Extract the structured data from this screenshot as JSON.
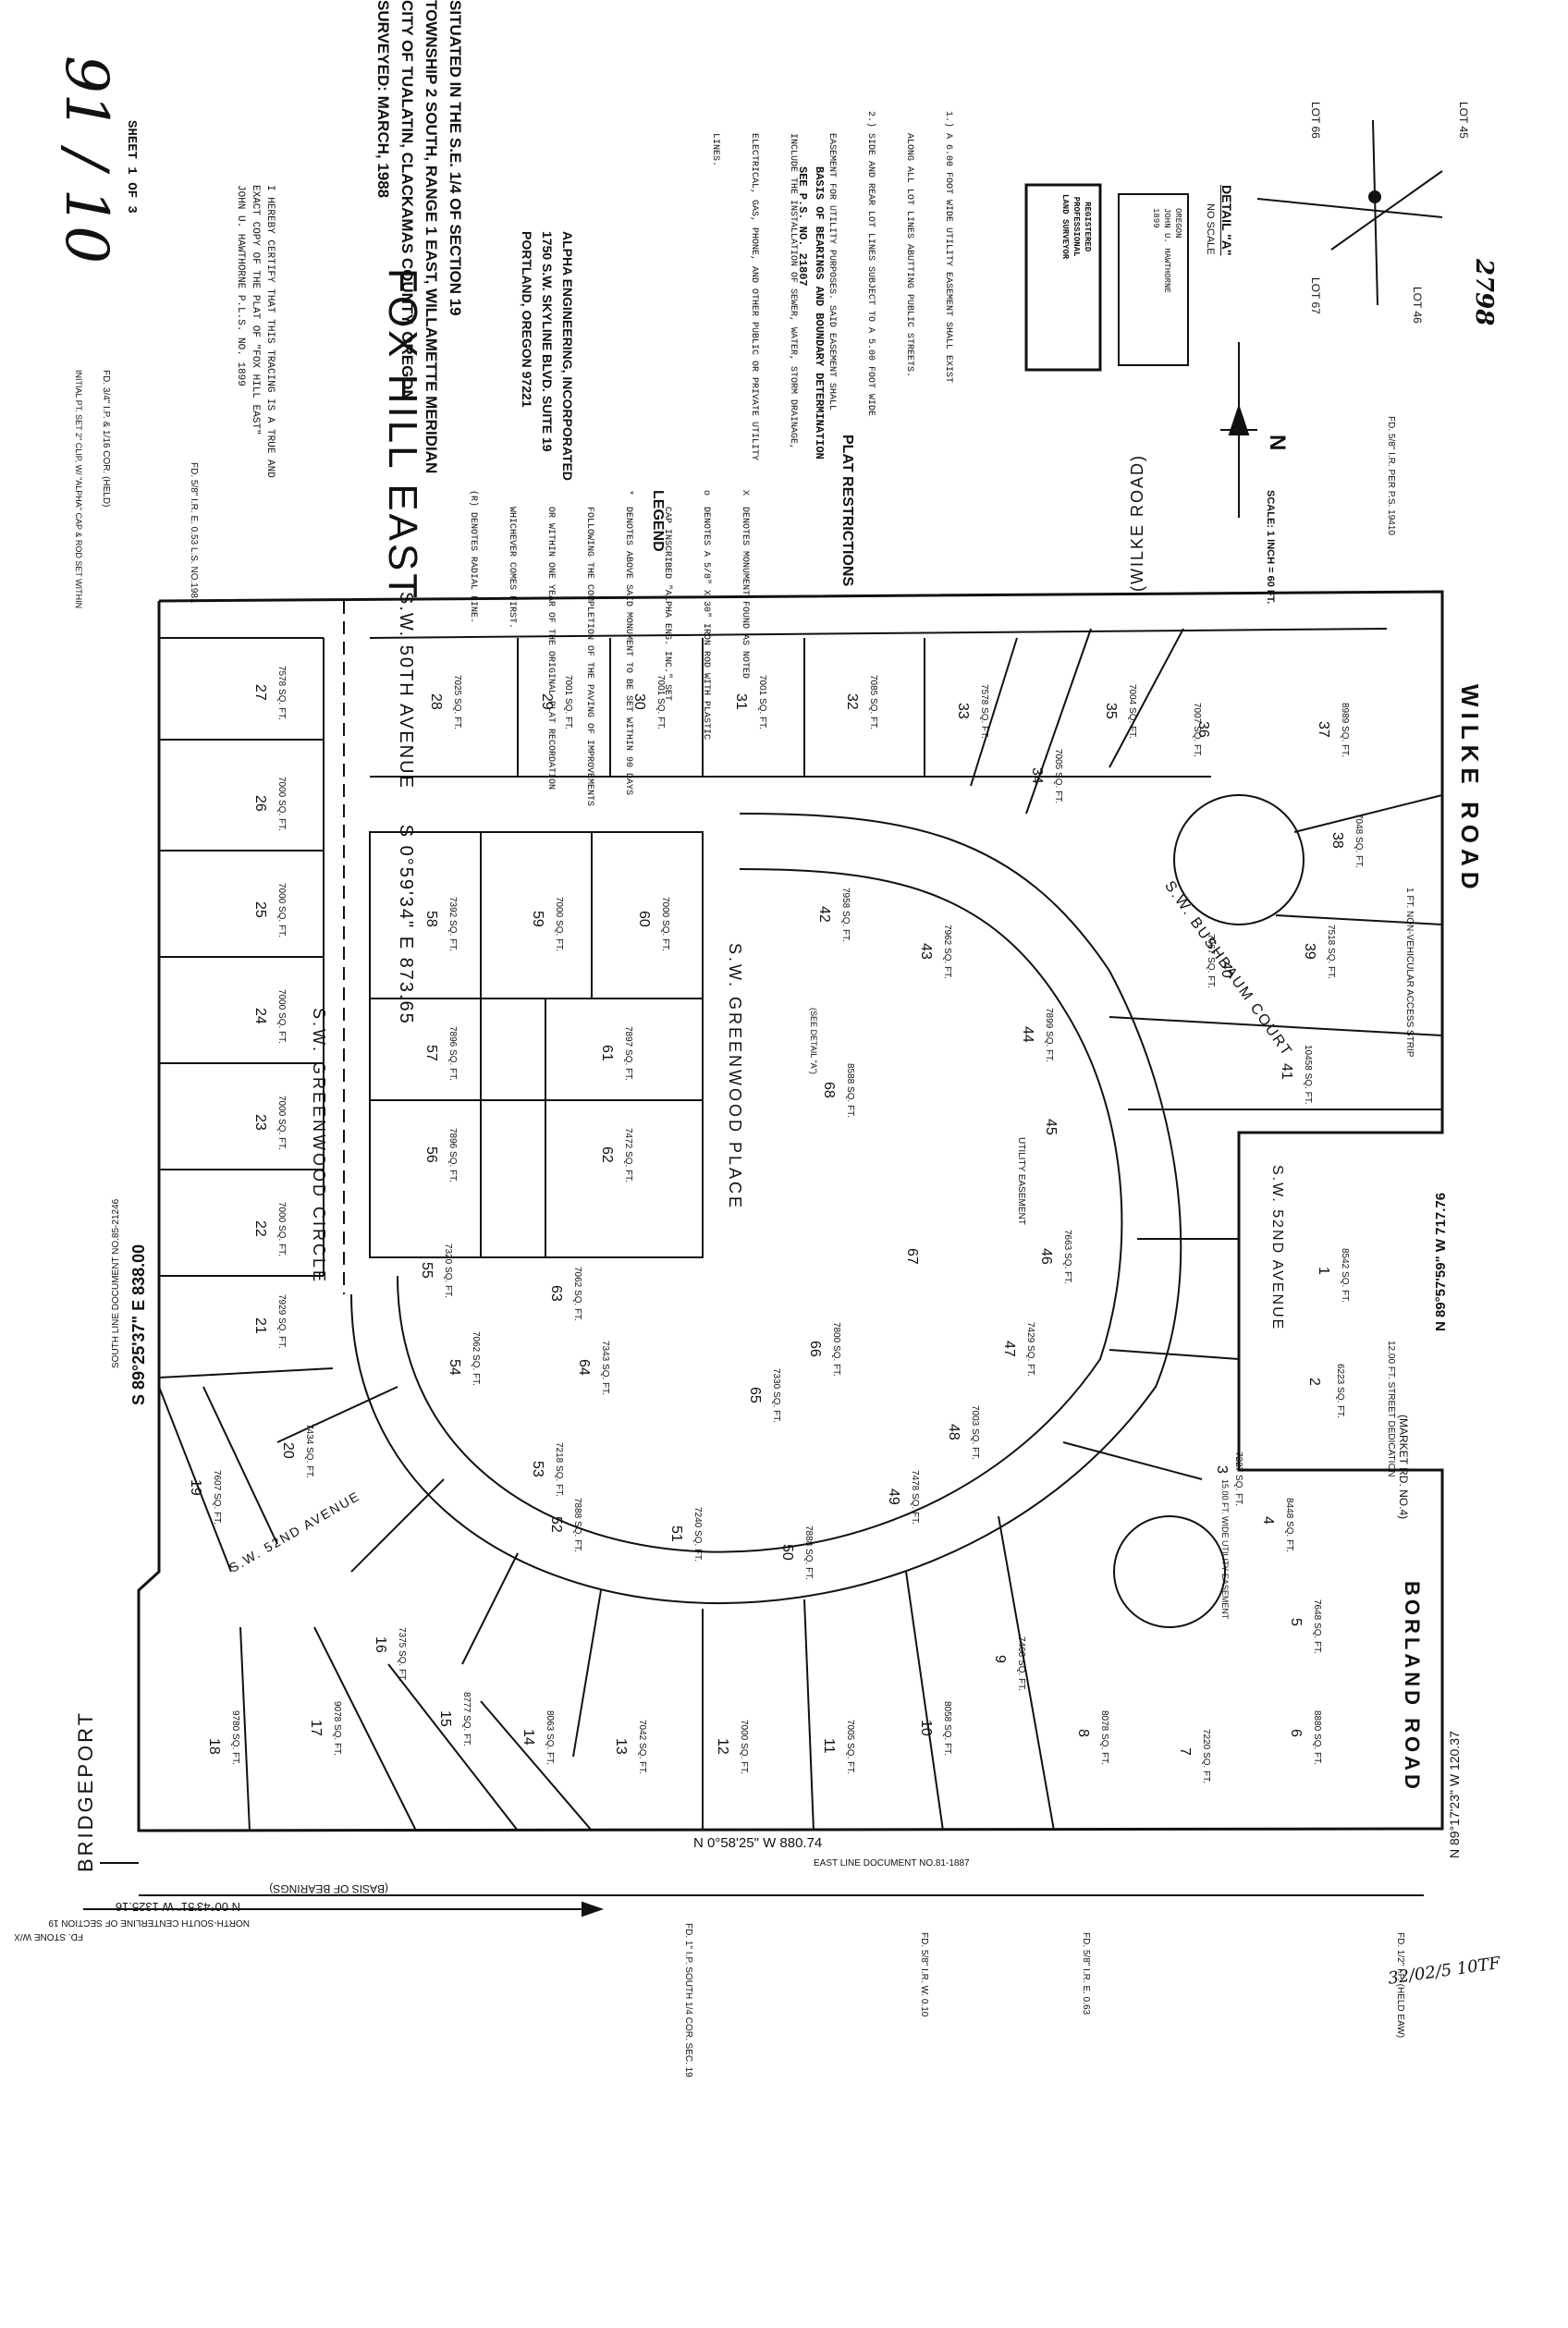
{
  "handwritten_page": "91 / 10",
  "sheet": "SHEET 1 OF 3",
  "title": "FOX HILL EAST",
  "situated_lines": [
    "SITUATED IN THE S.E. 1/4 OF SECTION 19",
    "TOWNSHIP 2 SOUTH, RANGE 1 EAST, WILLAMETTE MERIDIAN",
    "CITY OF TUALATIN, CLACKAMAS COUNTY, OREGON",
    "SURVEYED: MARCH, 1988"
  ],
  "engineer_lines": [
    "ALPHA ENGINEERING, INCORPORATED",
    "1750 S.W. SKYLINE BLVD. SUITE 19",
    "PORTLAND, OREGON 97221"
  ],
  "certify_lines": [
    "I HEREBY CERTIFY THAT THIS TRACING IS A TRUE AND",
    "EXACT COPY OF THE PLAT OF \"FOX HILL EAST\"",
    "JOHN U. HAWTHORNE          P.L.S. NO. 1899"
  ],
  "legend_title": "LEGEND",
  "legend_items": [
    "X  DENOTES MONUMENT FOUND AS NOTED",
    "o  DENOTES A 5/8\" X 30\" IRON ROD WITH PLASTIC",
    "   CAP INSCRIBED \"ALPHA ENG. INC.\" SET",
    "*  DENOTES ABOVE SAID MONUMENT TO BE SET WITHIN 90 DAYS",
    "   FOLLOWING THE COMPLETION OF THE PAVING OF IMPROVEMENTS",
    "   OR WITHIN ONE YEAR OF THE ORIGINAL PLAT RECORDATION",
    "   WHICHEVER COMES FIRST.",
    "(R) DENOTES RADIAL LINE."
  ],
  "basis_lines": [
    "BASIS OF BEARINGS AND BOUNDARY DETERMINATION",
    "SEE P.S. NO. 21807"
  ],
  "restrictions_title": "PLAT RESTRICTIONS",
  "restrictions": [
    "1.) A 6.00 FOOT WIDE UTILITY EASEMENT SHALL EXIST",
    "    ALONG ALL LOT LINES ABUTTING PUBLIC STREETS.",
    "2.) SIDE AND REAR LOT LINES SUBJECT TO A 5.00 FOOT WIDE",
    "    EASEMENT FOR UTILITY PURPOSES. SAID EASEMENT SHALL",
    "    INCLUDE THE INSTALLATION OF SEWER, WATER, STORM DRAINAGE,",
    "    ELECTRICAL, GAS, PHONE, AND OTHER PUBLIC OR PRIVATE UTILITY",
    "    LINES."
  ],
  "stamp_lines": [
    "REGISTERED",
    "PROFESSIONAL",
    "LAND SURVEYOR",
    "OREGON",
    "JOHN U. HAWTHORNE",
    "1899"
  ],
  "detail": {
    "title": "DETAIL \"A\"",
    "scale": "NO SCALE",
    "lots": [
      "LOT 66",
      "LOT 45",
      "LOT 67",
      "LOT 46"
    ]
  },
  "scale_text": "SCALE: 1 INCH = 60 FT.",
  "north": "N",
  "stamp_number": "2798",
  "date_note": "32/02/5 10TF",
  "streets": {
    "south_50th": "S.W. 50TH AVENUE",
    "south_50th_bearing": "S 0°59'34\" E 873.65",
    "wilke_road_paren": "(WILKE ROAD)",
    "wilke_road": "WILKE ROAD",
    "greenwood_circle": "S.W. GREENWOOD CIRCLE",
    "greenwood_place": "S.W. GREENWOOD PLACE",
    "bushbaum_court": "S.W. BUSHBAUM COURT",
    "avenue_52nd": "S.W. 52ND AVENUE",
    "avenue_52nd_west": "S.W. 52ND AVENUE",
    "borland": "BORLAND ROAD",
    "market_road": "(MARKET RD. NO.4)",
    "bridgeport": "BRIDGEPORT"
  },
  "boundary": {
    "west": "S 89°25'37\" E 838.00",
    "east": "N 89°57'59\" W 717.76",
    "south": "N 0°58'25\" W 880.74",
    "basis": "N 00°43'51\" W 1325.16",
    "basis_note": "(BASIS OF BEARINGS)",
    "corner_se": "N 89°17'23\" W 120.37",
    "south_line_doc": "SOUTH LINE DOCUMENT NO.85-21246",
    "east_line_doc": "EAST LINE DOCUMENT NO.81-1887",
    "north_south": "NORTH-SOUTH CENTERLINE OF SECTION 19"
  },
  "monument_notes": [
    "FD. 3/4\" I.P. & 1/16 COR. (HELD)",
    "FD. 5/8\" I.R. E. 0.53 L.S. NO.1981",
    "FD. 5/8\" I.R. PER P.S. 19410",
    "FD. 5/8\" I.R. W. 0.10",
    "FD. 5/8\" I.R. E. 0.63",
    "FD. 1/2\" I.P. (HELD EAW)",
    "FD. 1\" I.P. SOUTH 1/4 COR. SEC. 19",
    "FD. STONE W/X",
    "INITIAL PT. SET 2\" CLIP, W/ \"ALPHA\" CAP & ROD SET WITHIN"
  ],
  "lots_row_west": [
    {
      "n": "27",
      "a": "7578 SQ. FT."
    },
    {
      "n": "26",
      "a": "7000 SQ. FT."
    },
    {
      "n": "25",
      "a": "7000 SQ. FT."
    },
    {
      "n": "24",
      "a": "7000 SQ. FT."
    },
    {
      "n": "23",
      "a": "7000 SQ. FT."
    },
    {
      "n": "22",
      "a": "7000 SQ. FT."
    },
    {
      "n": "21",
      "a": "7929 SQ. FT."
    },
    {
      "n": "20",
      "a": "7434 SQ. FT."
    },
    {
      "n": "19",
      "a": "7607 SQ. FT."
    },
    {
      "n": "18",
      "a": "9780 SQ. FT."
    },
    {
      "n": "17",
      "a": "9078 SQ. FT."
    },
    {
      "n": "16",
      "a": "7375 SQ. FT."
    },
    {
      "n": "15",
      "a": "8777 SQ. FT."
    },
    {
      "n": "14",
      "a": "8063 SQ. FT."
    },
    {
      "n": "13",
      "a": "7042 SQ. FT."
    },
    {
      "n": "12",
      "a": "7000 SQ. FT."
    },
    {
      "n": "11",
      "a": "7005 SQ. FT."
    },
    {
      "n": "10",
      "a": "8058 SQ. FT."
    },
    {
      "n": "9",
      "a": "7468 SQ. FT."
    },
    {
      "n": "8",
      "a": "8078 SQ. FT."
    },
    {
      "n": "7",
      "a": "7220 SQ. FT."
    },
    {
      "n": "6",
      "a": "8880 SQ. FT."
    },
    {
      "n": "5",
      "a": "7648 SQ. FT."
    },
    {
      "n": "4",
      "a": "8448 SQ. FT."
    },
    {
      "n": "3",
      "a": "7227 SQ. FT."
    },
    {
      "n": "2",
      "a": "6223 SQ. FT."
    },
    {
      "n": "1",
      "a": "8542 SQ. FT."
    }
  ],
  "lots_row_north": [
    {
      "n": "28",
      "a": "7025 SQ. FT."
    },
    {
      "n": "29",
      "a": "7001 SQ. FT."
    },
    {
      "n": "30",
      "a": "7001 SQ. FT."
    },
    {
      "n": "31",
      "a": "7001 SQ. FT."
    },
    {
      "n": "32",
      "a": "7085 SQ. FT."
    },
    {
      "n": "33",
      "a": "7578 SQ. FT."
    },
    {
      "n": "34",
      "a": "7005 SQ. FT."
    },
    {
      "n": "35",
      "a": "7004 SQ. FT."
    },
    {
      "n": "36",
      "a": "7007 SQ. FT."
    },
    {
      "n": "37",
      "a": "8989 SQ. FT."
    },
    {
      "n": "38",
      "a": "7048 SQ. FT."
    },
    {
      "n": "39",
      "a": "7518 SQ. FT."
    },
    {
      "n": "40",
      "a": "7067 SQ. FT."
    },
    {
      "n": "41",
      "a": "10458 SQ. FT."
    }
  ],
  "lots_inner": [
    {
      "n": "58",
      "a": "7392 SQ. FT."
    },
    {
      "n": "59",
      "a": "7000 SQ. FT."
    },
    {
      "n": "60",
      "a": "7000 SQ. FT."
    },
    {
      "n": "57",
      "a": "7896 SQ. FT."
    },
    {
      "n": "61",
      "a": "7897 SQ. FT."
    },
    {
      "n": "56",
      "a": "7896 SQ. FT."
    },
    {
      "n": "62",
      "a": "7472 SQ. FT."
    },
    {
      "n": "55",
      "a": "7320 SQ. FT."
    },
    {
      "n": "54",
      "a": "7062 SQ. FT."
    },
    {
      "n": "63",
      "a": "7062 SQ. FT."
    },
    {
      "n": "64",
      "a": "7343 SQ. FT."
    },
    {
      "n": "53",
      "a": "7218 SQ. FT."
    },
    {
      "n": "52",
      "a": "7888 SQ. FT."
    },
    {
      "n": "51",
      "a": "7240 SQ. FT."
    },
    {
      "n": "50",
      "a": "7888 SQ. FT."
    },
    {
      "n": "65",
      "a": "7330 SQ. FT."
    },
    {
      "n": "66",
      "a": "7800 SQ. FT."
    },
    {
      "n": "49",
      "a": "7478 SQ. FT."
    },
    {
      "n": "48",
      "a": "7003 SQ. FT."
    },
    {
      "n": "47",
      "a": "7429 SQ. FT."
    },
    {
      "n": "67",
      "a": ""
    },
    {
      "n": "46",
      "a": "7663 SQ. FT."
    },
    {
      "n": "45",
      "a": ""
    },
    {
      "n": "44",
      "a": "7899 SQ. FT."
    },
    {
      "n": "43",
      "a": "7962 SQ. FT."
    },
    {
      "n": "42",
      "a": "7958 SQ. FT."
    },
    {
      "n": "68",
      "a": "8588 SQ. FT."
    }
  ],
  "annotations": {
    "utility": "UTILITY EASEMENT",
    "vehicular": "1 FT. NON-VEHICULAR ACCESS STRIP",
    "street_dedication": "12.00 FT. STREET DEDICATION",
    "see_detail": "(SEE DETAIL \"A\")",
    "wide_utility": "15.00 FT. WIDE UTILITY EASEMENT"
  }
}
